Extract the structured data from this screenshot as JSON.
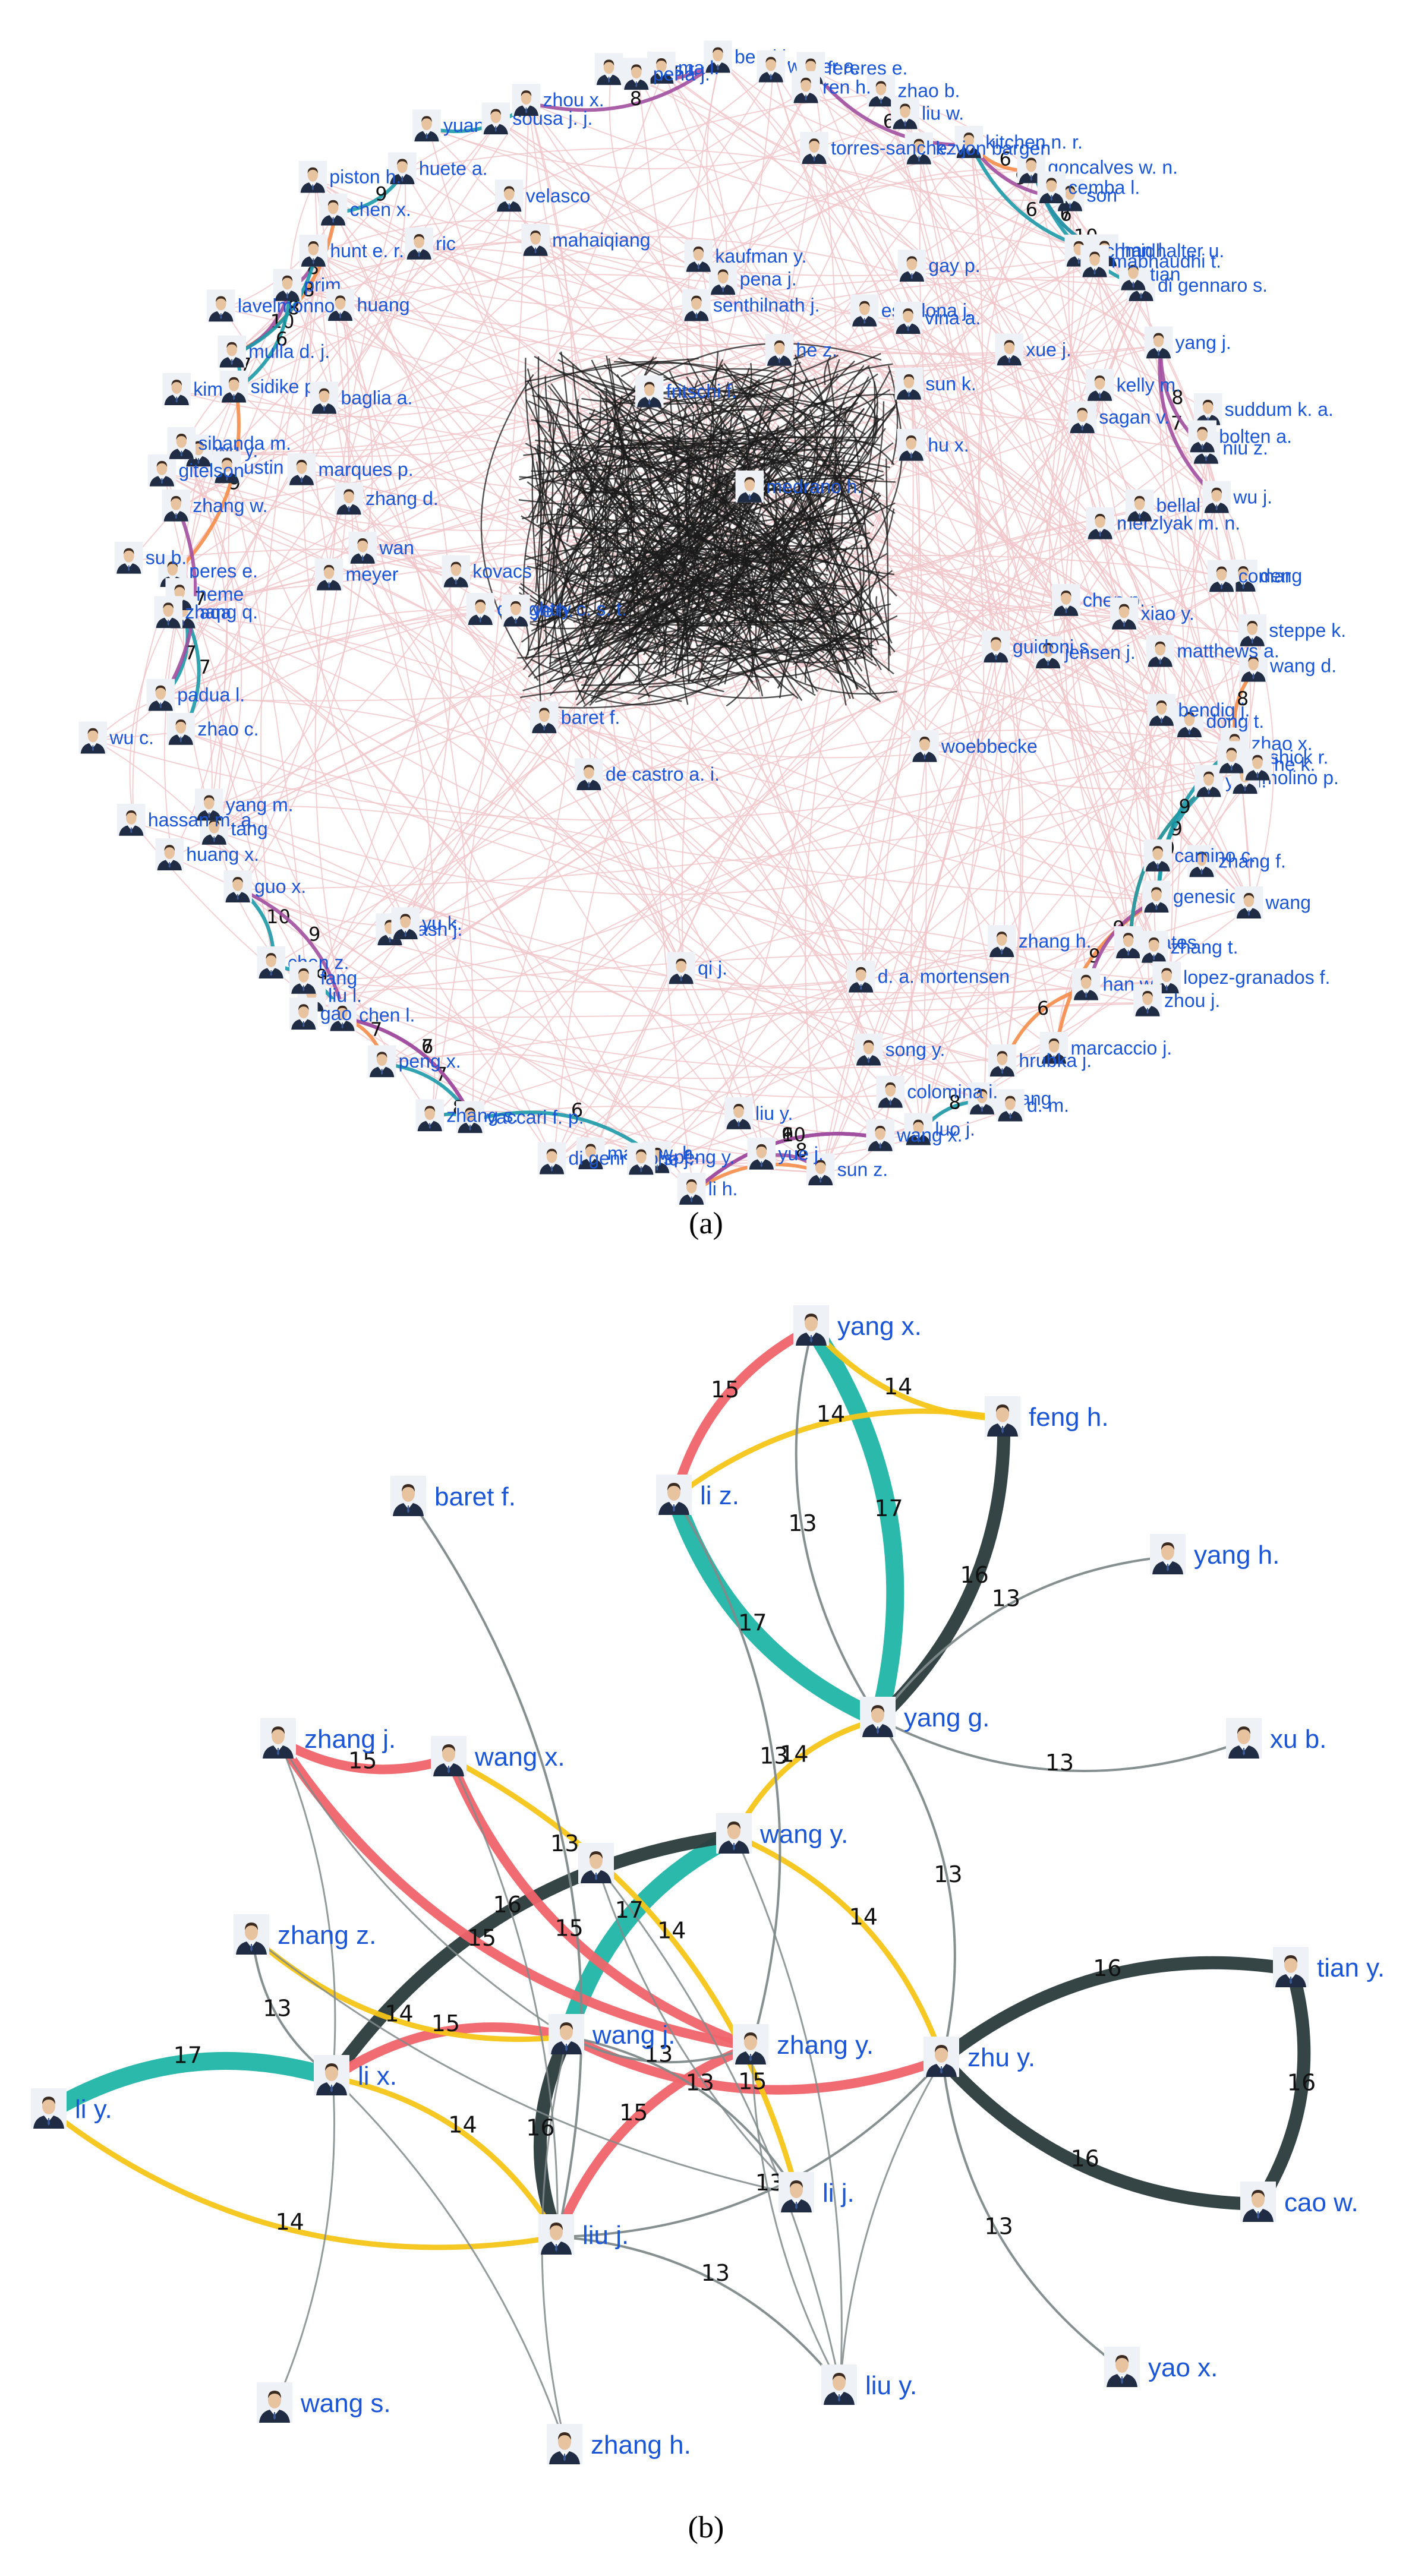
{
  "panels": [
    {
      "id": "a",
      "label": "(a)",
      "node_labels": [
        "berni j.",
        "walter a.",
        "fereres e.",
        "zhao b.",
        "liu w.",
        "kitchen n. r.",
        "goncalves w. n.",
        "son",
        "han l.",
        "di gennaro s.",
        "yang j.",
        "suddum k. a.",
        "niu z.",
        "wu j.",
        "deng",
        "steppe k.",
        "wang d.",
        "zhao x.",
        "yu h.",
        "zhang f.",
        "genesio l.",
        "mates",
        "han w.",
        "marcaccio j.",
        "hrubka j.",
        "huang",
        "luo j.",
        "wang x.",
        "sun z.",
        "yue j.",
        "li h.",
        "peng y.",
        "maes w. h.",
        "di gennaro s. f.",
        "vaccari f. p.",
        "zhang s.",
        "peng x.",
        "chen l.",
        "liu l.",
        "chen z.",
        "guo x.",
        "tang",
        "yang m.",
        "zhao c.",
        "padua l.",
        "aqa",
        "peres e.",
        "zhang w.",
        "wu y.",
        "sidike p.",
        "mulla d. j.",
        "prim",
        "hunt e. r.",
        "chen x.",
        "huete a.",
        "yuan h.",
        "sousa j. j.",
        "zhou x.",
        "morais r.",
        "ma l.",
        "gao",
        "wu c.",
        "daughtry c. s. t.",
        "meyer",
        "zhang d.",
        "kim",
        "ustin",
        "wan",
        "ye h.",
        "gitelson",
        "marques p.",
        "piston h.",
        "huang",
        "mahaiqiang",
        "fritschi f.",
        "pena j.",
        "senthilnath j.",
        "k. von bargen",
        "he z.",
        "hu x.",
        "sun k.",
        "sagan v.",
        "kelly m.",
        "xue j.",
        "merzlyak m. n.",
        "tian",
        "comar",
        "dong t.",
        "chen p.",
        "zhang t.",
        "xiao y.",
        "woebbecke",
        "lopez-granados f.",
        "zhou j.",
        "wang",
        "zhang h.",
        "qi j.",
        "d. m.",
        "d. a. mortensen",
        "song y.",
        "liu y.",
        "dash j.",
        "he j.",
        "de castro a. i.",
        "fang",
        "yu k.",
        "huang x.",
        "heme",
        "baret f.",
        "hassan m. a.",
        "su b.",
        "sibanda m.",
        "zhang q.",
        "kovacs",
        "ric",
        "lavelmonno",
        "velasco",
        "baglia a.",
        "pena j.",
        "kaufman y.",
        "medrano h.",
        "escalona j.",
        "ren h.",
        "torres-sanchez j.",
        "cemba l.",
        "vina a.",
        "gay p.",
        "schmidhalter u.",
        "bellal",
        "mabhaudhi t.",
        "bolten a.",
        "jensen j.",
        "molino p.",
        "matthews a.",
        "guidoni s.",
        "bendig j.",
        "girshick r.",
        "he k.",
        "colomina i.",
        "camino c."
      ],
      "edge_labels": [
        "7",
        "6",
        "8",
        "9",
        "10",
        "6",
        "7",
        "8",
        "9"
      ]
    },
    {
      "id": "b",
      "label": "(b)",
      "nodes": [
        "yang x.",
        "feng h.",
        "baret f.",
        "li z.",
        "yang h.",
        "yang g.",
        "xu b.",
        "zhang j.",
        "wang x.",
        "wang y.",
        "zhang y.",
        "zhang z.",
        "tian y.",
        "li y.",
        "li x.",
        "wang j.",
        "zhu y.",
        "cao w.",
        "li j.",
        "liu j.",
        "wang s.",
        "zhang h.",
        "liu y.",
        "yao x."
      ],
      "edges": [
        {
          "from": "yang x.",
          "to": "feng h.",
          "weight": 14
        },
        {
          "from": "li z.",
          "to": "feng h.",
          "weight": 14
        },
        {
          "from": "li z.",
          "to": "yang x.",
          "weight": 15
        },
        {
          "from": "yang x.",
          "to": "yang g.",
          "weight": 13
        },
        {
          "from": "yang x.",
          "to": "yang g.",
          "weight": 17
        },
        {
          "from": "feng h.",
          "to": "yang g.",
          "weight": 16
        },
        {
          "from": "li z.",
          "to": "yang g.",
          "weight": 17
        },
        {
          "from": "li z.",
          "to": "zhang y.",
          "weight": 13
        },
        {
          "from": "yang h.",
          "to": "yang g.",
          "weight": 13
        },
        {
          "from": "baret f.",
          "to": "liu j.",
          "weight": 13
        },
        {
          "from": "yang g.",
          "to": "xu b.",
          "weight": 13
        },
        {
          "from": "yang g.",
          "to": "wang y.",
          "weight": 14
        },
        {
          "from": "yang g.",
          "to": "zhu y.",
          "weight": 13
        },
        {
          "from": "tian y.",
          "to": "zhu y.",
          "weight": 16
        },
        {
          "from": "tian y.",
          "to": "cao w.",
          "weight": 16
        },
        {
          "from": "zhu y.",
          "to": "cao w.",
          "weight": 16
        },
        {
          "from": "zhu y.",
          "to": "yao x.",
          "weight": 13
        },
        {
          "from": "zhang j.",
          "to": "zhang y.",
          "weight": 15
        },
        {
          "from": "wang x.",
          "to": "zhang j.",
          "weight": 15
        },
        {
          "from": "wang x.",
          "to": "zhang y.",
          "weight": 15
        },
        {
          "from": "wang x.",
          "to": "li j.",
          "weight": 14
        },
        {
          "from": "li y.",
          "to": "li x.",
          "weight": 17
        },
        {
          "from": "li y.",
          "to": "liu j.",
          "weight": 14
        },
        {
          "from": "li x.",
          "to": "zhang z.",
          "weight": 13
        },
        {
          "from": "li x.",
          "to": "wang y.",
          "weight": 16
        },
        {
          "from": "li x.",
          "to": "wang j.",
          "weight": 15
        },
        {
          "from": "li x.",
          "to": "liu j.",
          "weight": 14
        },
        {
          "from": "zhang z.",
          "to": "wang j.",
          "weight": 14
        },
        {
          "from": "wang j.",
          "to": "zhang y.",
          "weight": 13
        },
        {
          "from": "wang j.",
          "to": "zhu y.",
          "weight": 15
        },
        {
          "from": "wang j.",
          "to": "li j.",
          "weight": 13
        },
        {
          "from": "liu j.",
          "to": "zhang y.",
          "weight": 15
        },
        {
          "from": "liu j.",
          "to": "zhu y.",
          "weight": 13
        },
        {
          "from": "liu j.",
          "to": "liu y.",
          "weight": 13
        },
        {
          "from": "wang y.",
          "to": "zhu y.",
          "weight": 14
        },
        {
          "from": "wang y.",
          "to": "wang j.",
          "weight": 17
        },
        {
          "from": "wang j.",
          "to": "liu j.",
          "weight": 16
        }
      ]
    }
  ],
  "colors": {
    "node_label": "#1a56d6",
    "edge_13": "#808a8a",
    "edge_14": "#f5c518",
    "edge_15": "#f0646a",
    "edge_16": "#2a3b3c",
    "edge_17": "#1fb5a5",
    "edge_a_faint": "#f0c4c8",
    "edge_a_teal": "#1c9aa8",
    "edge_a_purple": "#a14fa0",
    "edge_a_orange": "#f58c4a"
  }
}
